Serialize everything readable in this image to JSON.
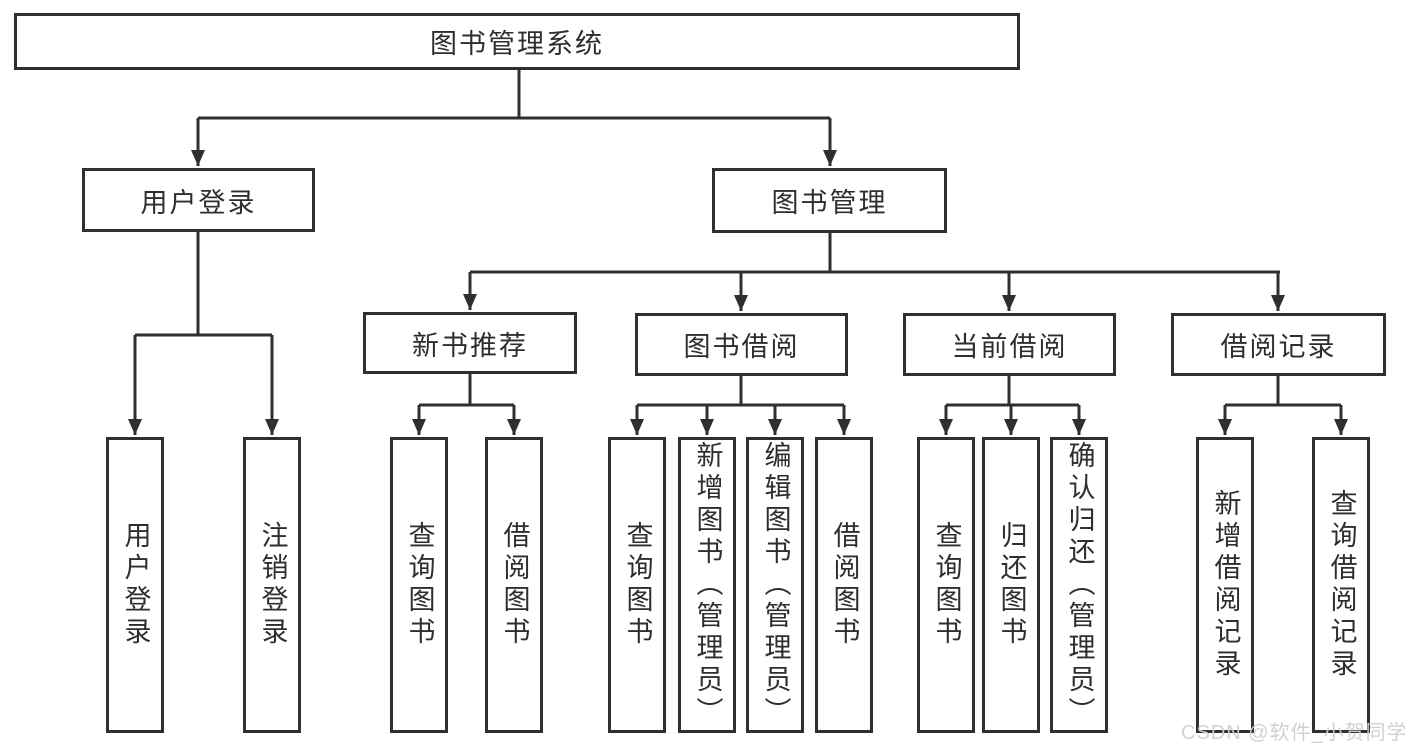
{
  "diagram": {
    "root": "图书管理系统",
    "branches": {
      "user_login": "用户登录",
      "book_mgmt": "图书管理"
    },
    "modules": {
      "new_book_rec": "新书推荐",
      "book_borrow": "图书借阅",
      "current_borrow": "当前借阅",
      "borrow_records": "借阅记录"
    },
    "leaves": {
      "user_login": "用户登录",
      "logout": "注销登录",
      "rec_query_book": "查询图书",
      "rec_borrow_book": "借阅图书",
      "bor_query_book": "查询图书",
      "bor_add_book_admin": "新增图书（管理员）",
      "bor_edit_book_admin": "编辑图书（管理员）",
      "bor_borrow_book": "借阅图书",
      "cur_query_book": "查询图书",
      "cur_return_book": "归还图书",
      "cur_confirm_return_admin": "确认归还（管理员）",
      "log_add_record": "新增借阅记录",
      "log_query_record": "查询借阅记录"
    }
  },
  "watermark": "CSDN @软件_小贺同学",
  "colors": {
    "line": "#2f2f2f",
    "box_background": "#ffffff",
    "watermark_text": "#cdcfd3",
    "page_background": "#ffffff"
  }
}
